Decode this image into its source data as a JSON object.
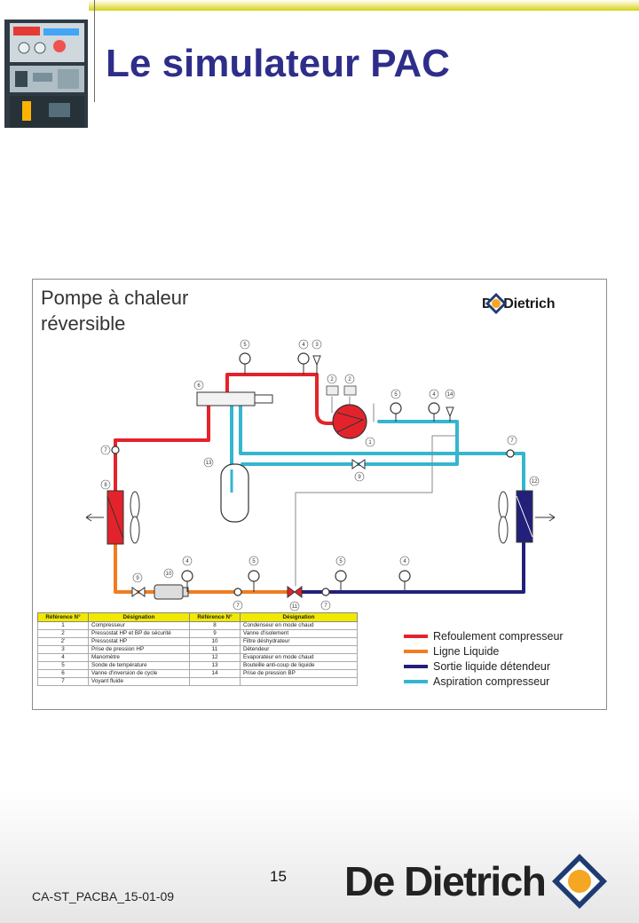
{
  "header": {
    "title": "Le simulateur PAC"
  },
  "diagram": {
    "title": "Pompe à chaleur\nréversible",
    "logo_text": "De Dietrich",
    "table": {
      "headers": [
        "Référence N°",
        "Désignation",
        "Référence N°",
        "Désignation"
      ],
      "rows": [
        [
          "1",
          "Compresseur",
          "8",
          "Condenseur en mode chaud"
        ],
        [
          "2",
          "Pressostat HP et BP de sécurité",
          "9",
          "Vanne d'isolement"
        ],
        [
          "2'",
          "Pressostat HP",
          "10",
          "Filtre déshydrateur"
        ],
        [
          "3",
          "Prise de pression HP",
          "11",
          "Détendeur"
        ],
        [
          "4",
          "Manomètre",
          "12",
          "Evaporateur en mode chaud"
        ],
        [
          "5",
          "Sonde de température",
          "13",
          "Bouteille anti-coup de liquide"
        ],
        [
          "6",
          "Vanne d'inversion de cycle",
          "14",
          "Prise de pression BP"
        ],
        [
          "7",
          "Voyant fluide",
          "",
          ""
        ]
      ]
    },
    "legend": [
      {
        "label": "Refoulement compresseur",
        "color": "#e3232b"
      },
      {
        "label": "Ligne Liquide",
        "color": "#ef7d22"
      },
      {
        "label": "Sortie liquide détendeur",
        "color": "#23207a"
      },
      {
        "label": "Aspiration compresseur",
        "color": "#34b6cf"
      }
    ],
    "component_numbers": {
      "probe_top_left": "5",
      "gauge_top": "4",
      "port_top": "3",
      "pressostat_a": "2",
      "pressostat_b": "2",
      "valve_cycle": "6",
      "probe_top_right": "5",
      "gauge_top_right": "4",
      "port_top_right": "14",
      "compressor": "1",
      "sight_left": "7",
      "sight_right": "7",
      "condenser": "8",
      "evaporator": "12",
      "bottle": "13",
      "iso_valve_mid": "9",
      "iso_valve_bottom": "9",
      "filter": "10",
      "gauge_bottom_left": "4",
      "probe_bottom_mid": "5",
      "sight_bottom_mid": "7",
      "expansion": "11",
      "sight_bottom_right": "7",
      "probe_bottom_right": "5",
      "gauge_bottom_right": "4"
    }
  },
  "footer": {
    "page_number": "15",
    "code": "CA-ST_PACBA_15-01-09",
    "brand": "De Dietrich"
  },
  "colors": {
    "title": "#2e2e8a",
    "topbar": "#d4cf1c",
    "table_header": "#f1e900",
    "brand_orange": "#f5a623",
    "brand_navy": "#1f3b73"
  }
}
